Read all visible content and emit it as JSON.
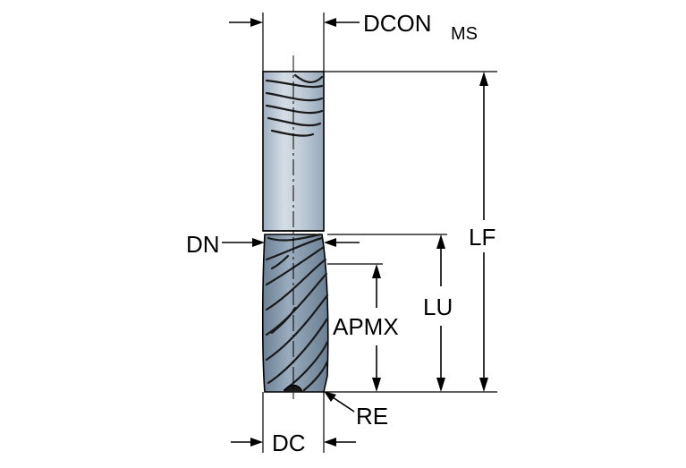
{
  "labels": {
    "dcon": "DCON",
    "dcon_sub": "MS",
    "dn": "DN",
    "lf": "LF",
    "lu": "LU",
    "apmx": "APMX",
    "re": "RE",
    "dc": "DC"
  },
  "colors": {
    "shank_light": "#c9d3dd",
    "shank_mid": "#a9b6c3",
    "flute_body": "#7f93a6",
    "flute_dark": "#4e5f71",
    "line": "#000000"
  }
}
